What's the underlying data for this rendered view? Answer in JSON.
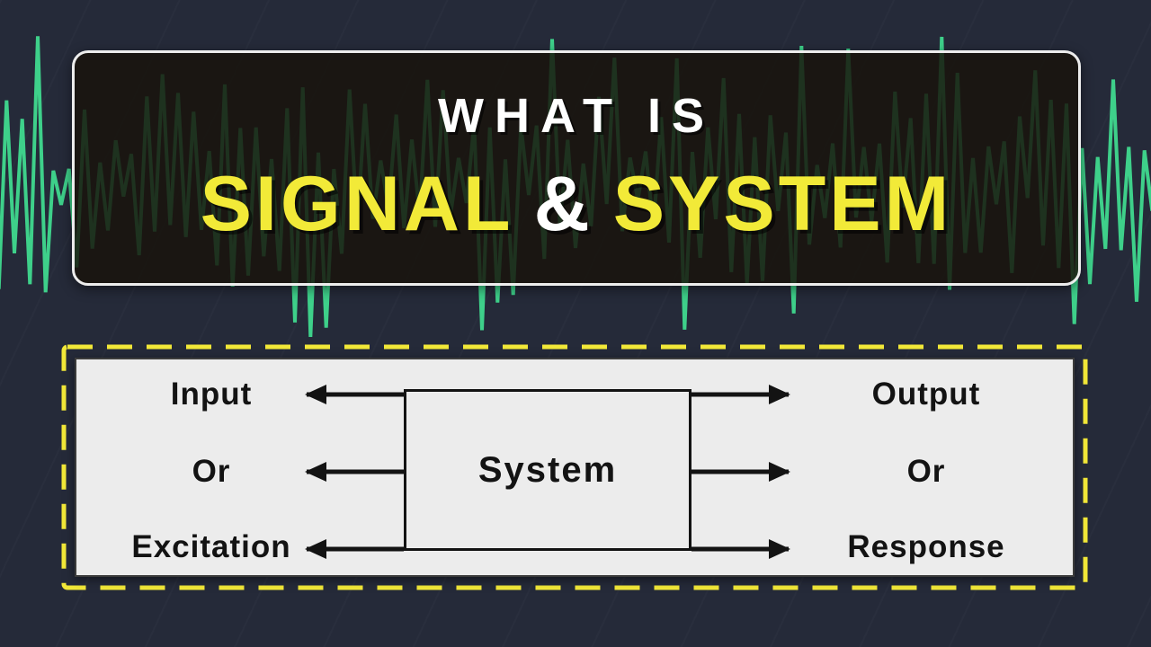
{
  "title": {
    "line1": "WHAT IS",
    "signal": "SIGNAL",
    "ampersand": "&",
    "system": "SYSTEM"
  },
  "diagram": {
    "box_label": "System",
    "left_labels": [
      "Input",
      "Or",
      "Excitation"
    ],
    "right_labels": [
      "Output",
      "Or",
      "Response"
    ]
  },
  "colors": {
    "background": "#252a39",
    "waveform_green": "#3fd98e",
    "title_yellow": "#f2ea38",
    "dashed_yellow": "#f2e838",
    "panel_gray": "#ececec",
    "ink": "#131313"
  }
}
